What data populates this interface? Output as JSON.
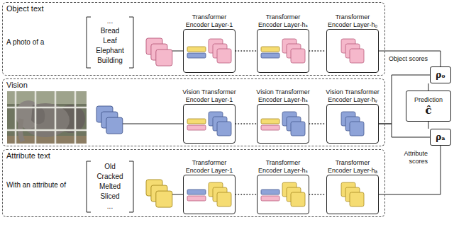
{
  "diagram": {
    "nodes": [
      {
        "text": [
          "Object text"
        ]
      },
      {
        "text": [
          "Transformer Encoder Layer-1"
        ],
        "in": 0
      },
      {
        "text": [
          "Transformer Encoder Layer-hₛ"
        ],
        "in": 0
      },
      {
        "text": [
          "Transformer Encoder Layer-hₒ"
        ],
        "in": 0
      },
      {
        "text": [
          "Vision"
        ]
      },
      {
        "text": [
          "Vision Transformer Encoder Layer-1"
        ],
        "in": 4
      },
      {
        "text": [
          "Vision Transformer Encoder Layer-hₛ"
        ],
        "in": 4
      },
      {
        "text": [
          "Vision Transformer Encoder Layer-hᵥ"
        ],
        "in": 4
      },
      {
        "text": [
          "Attribute text"
        ]
      },
      {
        "text": [
          "Transformer Encoder Layer-1"
        ],
        "in": 8
      },
      {
        "text": [
          "Transformer Encoder Layer-hₛ"
        ],
        "in": 8
      },
      {
        "text": [
          "Transformer Encoder Layer-hₐ"
        ],
        "in": 8
      },
      {
        "text": [
          "ρₒ"
        ]
      },
      {
        "text": [
          "Prediction",
          "ĉ"
        ]
      },
      {
        "text": [
          "ρₐ"
        ]
      }
    ],
    "edges": [
      {
        "from": 1,
        "to": 2,
        "arrow": "none"
      },
      {
        "from": 2,
        "to": 3,
        "arrow": "none"
      },
      {
        "from": 5,
        "to": 6,
        "arrow": "none"
      },
      {
        "from": 6,
        "to": 7,
        "arrow": "none"
      },
      {
        "from": 9,
        "to": 10,
        "arrow": "none"
      },
      {
        "from": 10,
        "to": 11,
        "arrow": "none"
      },
      {
        "from": 3,
        "to": 12,
        "arrow": "none"
      },
      {
        "from": 7,
        "to": 12,
        "arrow": "none"
      },
      {
        "from": 7,
        "to": 14,
        "arrow": "none"
      },
      {
        "from": 11,
        "to": 14,
        "arrow": "none"
      },
      {
        "from": 12,
        "to": 13,
        "arrow": "none"
      },
      {
        "from": 14,
        "to": 13,
        "arrow": "none"
      }
    ],
    "labels": [
      "...",
      "Bread",
      "Leaf",
      "Elephant",
      "Building",
      "A photo of a",
      "Object scores",
      "Attribute scores",
      "Old",
      "Cracked",
      "Melted",
      "Sliced",
      "...",
      "With an attribute of"
    ]
  }
}
